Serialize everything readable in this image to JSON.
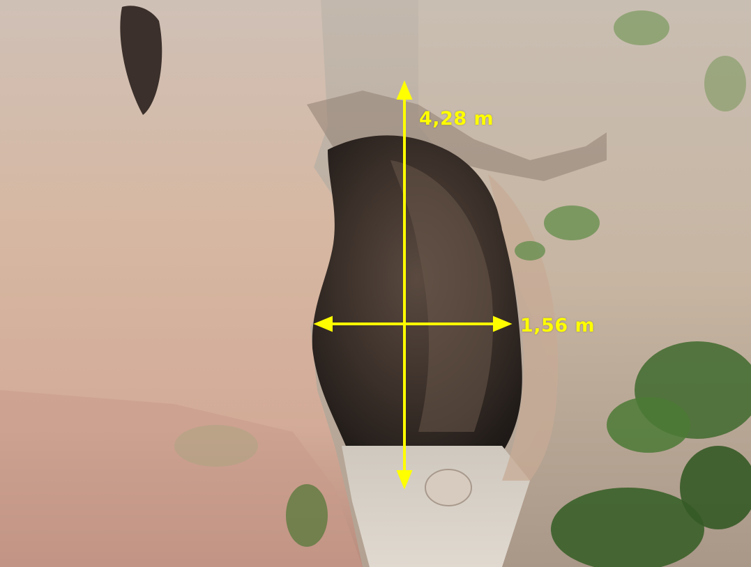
{
  "annotations": {
    "height_label": "4,28 m",
    "width_label": "1,56 m"
  },
  "colors": {
    "annotation": "#ffff00",
    "rock_light": "#d8c2b0",
    "rock_shadow": "#8a7566",
    "cave_dark": "#2a221e",
    "foliage": "#3f6a2e",
    "sand": "#d9d2c8"
  },
  "icons": {
    "vertical_arrow": "double-headed-vertical-arrow",
    "horizontal_arrow": "double-headed-horizontal-arrow"
  }
}
